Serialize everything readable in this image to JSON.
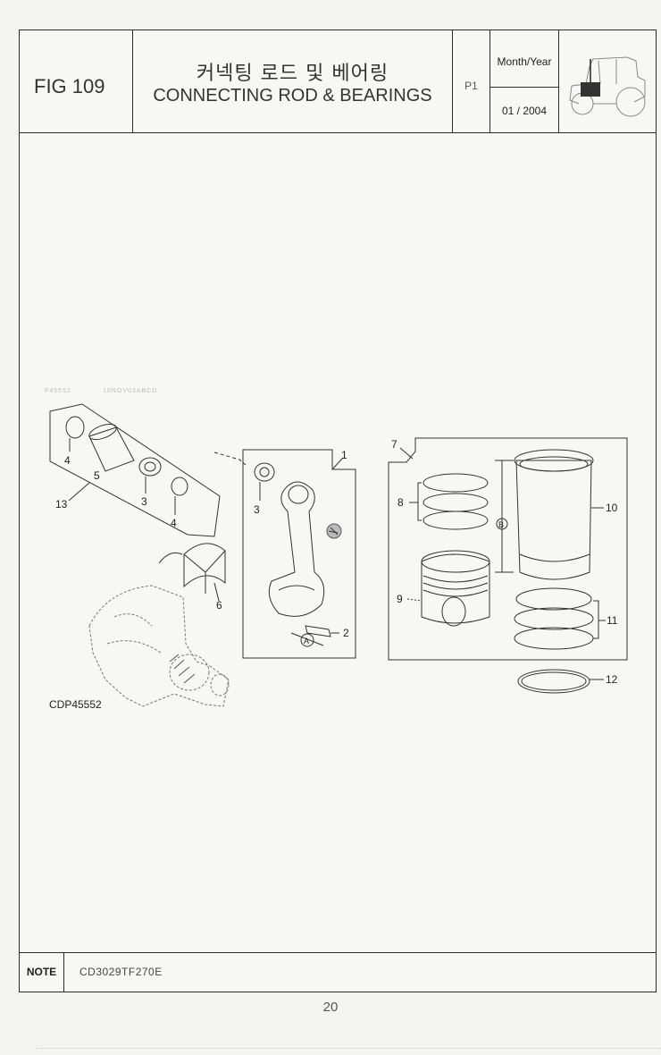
{
  "header": {
    "fig": "FIG 109",
    "title_ko": "커넥팅 로드 및 베어링",
    "title_en": "CONNECTING ROD & BEARINGS",
    "page": "P1",
    "date_label": "Month/Year",
    "date_value": "01 / 2004"
  },
  "diagram": {
    "drawing_code": "CDP45552",
    "callouts": [
      "1",
      "2",
      "3",
      "3",
      "4",
      "4",
      "5",
      "6",
      "7",
      "8",
      "9",
      "10",
      "11",
      "12",
      "13"
    ],
    "marker_a": "A",
    "marker_b": "B"
  },
  "footer": {
    "note_label": "NOTE",
    "note_text": "CD3029TF270E"
  },
  "page_number": "20"
}
